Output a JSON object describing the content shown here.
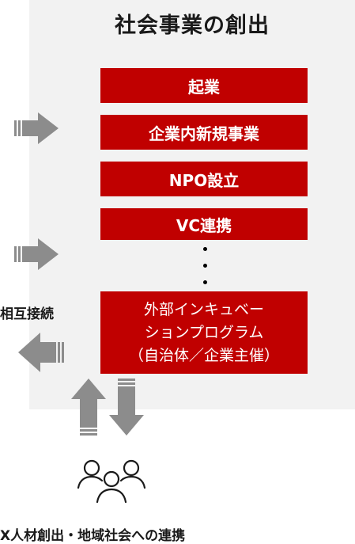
{
  "panel": {
    "title": "社会事業の創出",
    "items": [
      {
        "label": "起業"
      },
      {
        "label": "企業内新規事業"
      },
      {
        "label": "NPO設立"
      },
      {
        "label": "VC連携"
      }
    ],
    "incubation": {
      "line1": "外部インキュベー",
      "line2": "ションプログラム",
      "line3": "（自治体／企業主催）"
    }
  },
  "connection_label": "相互接続",
  "bottom_label": "X人材創出・地域社会への連携",
  "colors": {
    "box_red": "#c00000",
    "panel_bg": "#f2f2f2",
    "arrow_gray": "#8c8c8c"
  },
  "icons": [
    "arrow-right-icon",
    "arrow-right-icon",
    "arrow-left-icon",
    "arrow-up-icon",
    "arrow-down-icon",
    "people-group-icon"
  ]
}
